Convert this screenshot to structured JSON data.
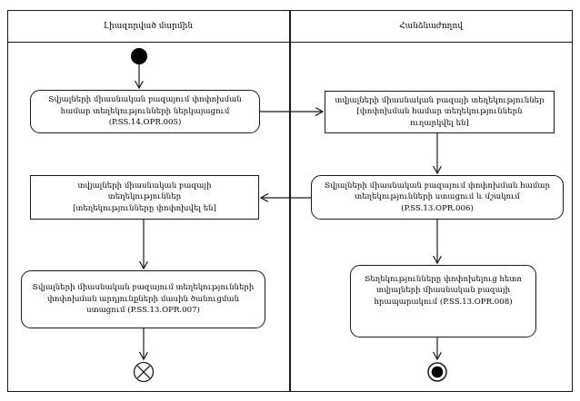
{
  "diagram": {
    "lanes": {
      "left_label": "Լիազորված մարմին",
      "right_label": "Հանձնաժողով"
    },
    "nodes": {
      "activity_opr005": "Տվյալների միասնական բազայում փոփոխման համար տեղեկությունների ներկայացում (P.SS.14.OPR.005)",
      "object_sent": {
        "name": "տվյալների միասնական բազայի տեղեկություններ",
        "state": "[փոփոխման համար տեղեկություններն ուղարկվել են]"
      },
      "activity_opr006": "Տվյալների միասնական բազայում փոփոխման համար տեղեկությունների ստացում և մշակում (P.SS.13.OPR.006)",
      "object_changed": {
        "name": "տվյալների միասնական բազայի տեղեկություններ",
        "state": "[տեղեկությունները փոփոխվել են]"
      },
      "activity_opr007": "Տվյալների միասնական բազայում տեղեկությունների փոփոխման արդյունքների մասին ծանուցման ստացում (P.SS.13.OPR.007)",
      "activity_opr008": "Տեղեկությունները փոփոխելուց հետո տվյալների միասնական բազայի հրապարակում (P.SS.13.OPR.008)"
    },
    "colors": {
      "line": "#1a1a1a",
      "background": "#ffffff"
    }
  }
}
